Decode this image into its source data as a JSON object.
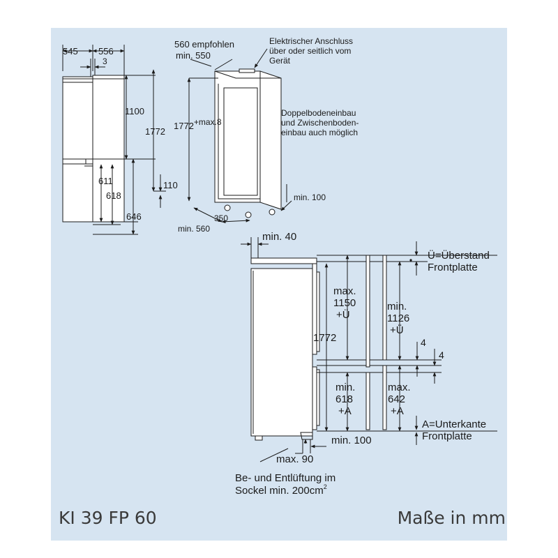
{
  "colors": {
    "background": "#d6e4f1",
    "line": "#1a1a1a",
    "appliance_fill": "#ffffff"
  },
  "small_views": {
    "depth_appliance": "545",
    "depth_door": "556",
    "gap": "3",
    "top_door_height": "1100",
    "total_height": "1772",
    "bottom_height": "646",
    "lower_door_611": "611",
    "lower_door_618": "618",
    "plinth": "110"
  },
  "niche_view": {
    "width_recommended": "560 empfohlen",
    "width_min": "min. 550",
    "electric_line1": "Elektrischer Anschluss",
    "electric_line2": "über oder seitlich vom",
    "electric_line3": "Gerät",
    "height_main": "1772",
    "height_sup": "+max.8",
    "install_line1": "Doppelbodeneinbau",
    "install_line2": "und Zwischenboden-",
    "install_line3": "einbau auch möglich",
    "depth_350": "350",
    "depth_min": "min. 560",
    "vent_min": "min. 100"
  },
  "section_view": {
    "top_gap": "min. 40",
    "overhang_def": "Ü=Überstand",
    "overhang_def2": "Frontplatte",
    "upper_max": "max.",
    "upper_max_val": "1150",
    "upper_max_plus": "+Ü",
    "upper_min": "min.",
    "upper_min_val": "1126",
    "upper_min_plus": "+Ü",
    "height_total": "1772",
    "gap_a": "4",
    "gap_b": "4",
    "lower_min": "min.",
    "lower_min_val": "618",
    "lower_min_plus": "+A",
    "lower_max": "max.",
    "lower_max_val": "642",
    "lower_max_plus": "+A",
    "bottom_def": "A=Unterkante",
    "bottom_def2": "Frontplatte",
    "plinth_min": "min. 100",
    "plinth_max": "max. 90",
    "vent_line1": "Be- und Entlüftung im",
    "vent_line2": "Sockel min. 200cm",
    "vent_sup": "2"
  },
  "footer": {
    "model": "KI 39 FP 60",
    "units": "Maße in mm"
  }
}
